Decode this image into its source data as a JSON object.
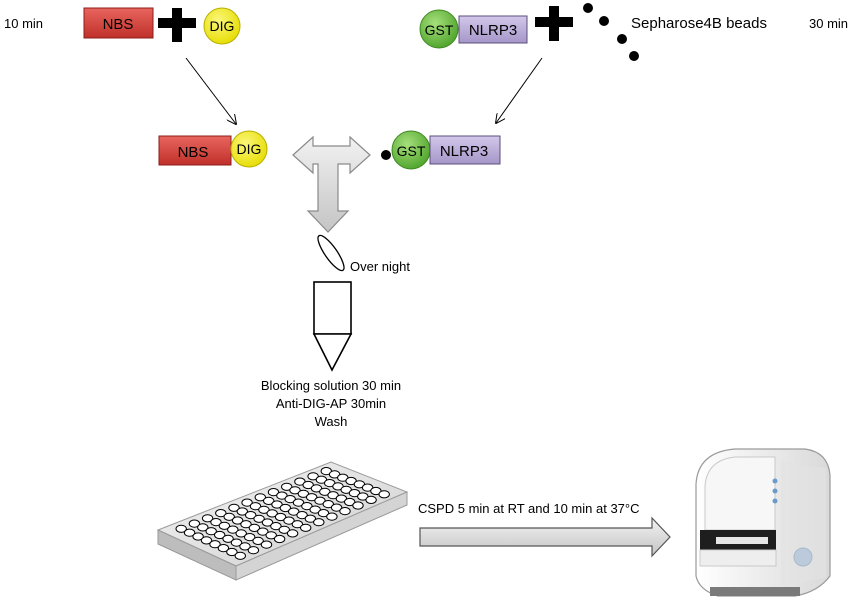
{
  "times": {
    "left": "10 min",
    "right": "30 min"
  },
  "top_left": {
    "nbs_label": "NBS",
    "dig_label": "DIG"
  },
  "top_right": {
    "gst_label": "GST",
    "nlrp3_label": "NLRP3",
    "beads_label": "Sepharose4B beads"
  },
  "middle": {
    "nbs_label": "NBS",
    "dig_label": "DIG",
    "gst_label": "GST",
    "nlrp3_label": "NLRP3"
  },
  "incubation": {
    "label": "Over night"
  },
  "steps": {
    "line1": "Blocking solution 30 min",
    "line2": "Anti-DIG-AP 30min",
    "line3": "Wash"
  },
  "detection": {
    "label": "CSPD 5 min at RT and 10 min at 37°C"
  },
  "colors": {
    "nbs": "#d9403a",
    "dig": "#f2ea1e",
    "gst": "#6cc04a",
    "nlrp3": "#b7a9d6",
    "arrow": "#d6d6d6"
  }
}
